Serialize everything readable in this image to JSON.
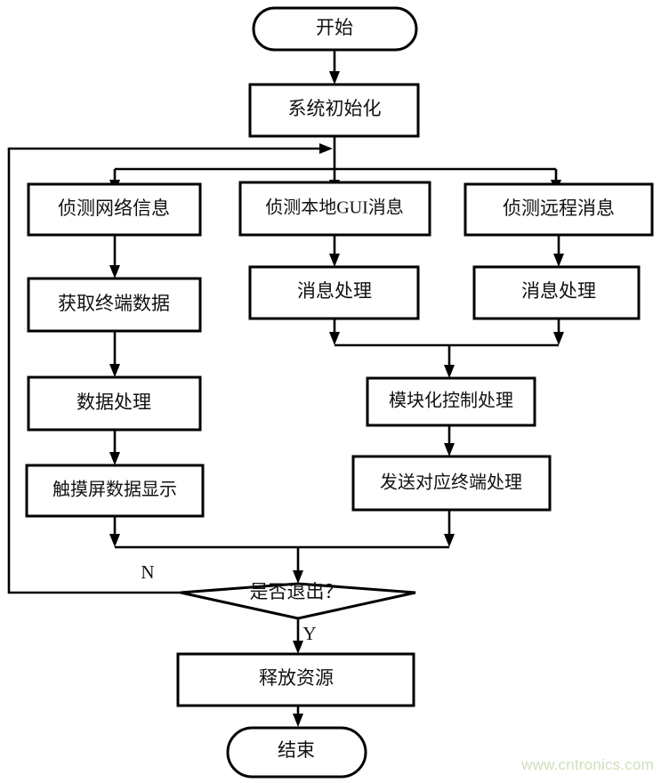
{
  "diagram": {
    "type": "flowchart",
    "title": "",
    "orientation": "top-to-bottom",
    "watermark": "www.cntronics.com",
    "watermark_color": "#cfe0bc",
    "stroke_color": "#000000",
    "fill_color": "#ffffff",
    "nodes": [
      {
        "id": "start",
        "shape": "terminator",
        "label": "开始"
      },
      {
        "id": "init",
        "shape": "process",
        "label": "系统初始化"
      },
      {
        "id": "detect_net",
        "shape": "process",
        "label": "侦测网络信息"
      },
      {
        "id": "detect_gui",
        "shape": "process",
        "label": "侦测本地GUI消息"
      },
      {
        "id": "detect_remote",
        "shape": "process",
        "label": "侦测远程消息"
      },
      {
        "id": "get_term",
        "shape": "process",
        "label": "获取终端数据"
      },
      {
        "id": "msg_proc_gui",
        "shape": "process",
        "label": "消息处理"
      },
      {
        "id": "msg_proc_rem",
        "shape": "process",
        "label": "消息处理"
      },
      {
        "id": "data_proc",
        "shape": "process",
        "label": "数据处理"
      },
      {
        "id": "mod_ctrl",
        "shape": "process",
        "label": "模块化控制处理"
      },
      {
        "id": "touch_disp",
        "shape": "process",
        "label": "触摸屏数据显示"
      },
      {
        "id": "send_term",
        "shape": "process",
        "label": "发送对应终端处理"
      },
      {
        "id": "decide_exit",
        "shape": "decision",
        "label": "是否退出？"
      },
      {
        "id": "release",
        "shape": "process",
        "label": "释放资源"
      },
      {
        "id": "end",
        "shape": "terminator",
        "label": "结束"
      }
    ],
    "edge_labels": {
      "no": "N",
      "yes": "Y"
    },
    "edges": [
      {
        "from": "start",
        "to": "init"
      },
      {
        "from": "init",
        "to": "detect_net"
      },
      {
        "from": "init",
        "to": "detect_gui"
      },
      {
        "from": "init",
        "to": "detect_remote"
      },
      {
        "from": "detect_net",
        "to": "get_term"
      },
      {
        "from": "get_term",
        "to": "data_proc"
      },
      {
        "from": "data_proc",
        "to": "touch_disp"
      },
      {
        "from": "detect_gui",
        "to": "msg_proc_gui"
      },
      {
        "from": "detect_remote",
        "to": "msg_proc_rem"
      },
      {
        "from": "msg_proc_gui",
        "to": "mod_ctrl"
      },
      {
        "from": "msg_proc_rem",
        "to": "mod_ctrl"
      },
      {
        "from": "mod_ctrl",
        "to": "send_term"
      },
      {
        "from": "touch_disp",
        "to": "decide_exit"
      },
      {
        "from": "send_term",
        "to": "decide_exit"
      },
      {
        "from": "decide_exit",
        "to": "detect_net",
        "label": "N"
      },
      {
        "from": "decide_exit",
        "to": "release",
        "label": "Y"
      },
      {
        "from": "release",
        "to": "end"
      }
    ]
  }
}
